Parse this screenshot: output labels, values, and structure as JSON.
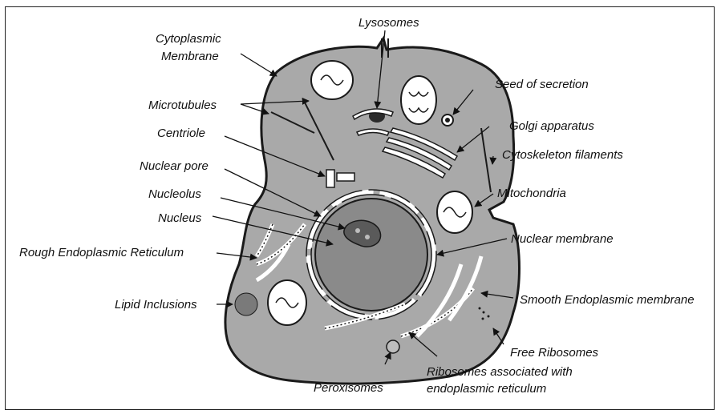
{
  "labels": {
    "lysosomes": "Lysosomes",
    "cytoplasmic_membrane_1": "Cytoplasmic",
    "cytoplasmic_membrane_2": "Membrane",
    "seed_of_secretion": "Seed of secretion",
    "microtubules": "Microtubules",
    "golgi_apparatus": "Golgi apparatus",
    "centriole": "Centriole",
    "cytoskeleton_filaments": "Cytoskeleton filaments",
    "nuclear_pore": "Nuclear pore",
    "mitochondria": "Mitochondria",
    "nucleolus": "Nucleolus",
    "nucleus": "Nucleus",
    "nuclear_membrane": "Nuclear membrane",
    "rough_er": "Rough Endoplasmic Reticulum",
    "smooth_er": "Smooth Endoplasmic membrane",
    "lipid_inclusions": "Lipid Inclusions",
    "free_ribosomes": "Free Ribosomes",
    "peroxisomes": "Peroxisomes",
    "ribosomes_er_1": "Ribosomes associated with",
    "ribosomes_er_2": "endoplasmic reticulum"
  },
  "colors": {
    "cytoplasm": "#a9a9a9",
    "nucleus": "#8a8a8a",
    "outline": "#1a1a1a",
    "membrane_gap": "#ffffff",
    "lipid": "#7a7a7a"
  }
}
